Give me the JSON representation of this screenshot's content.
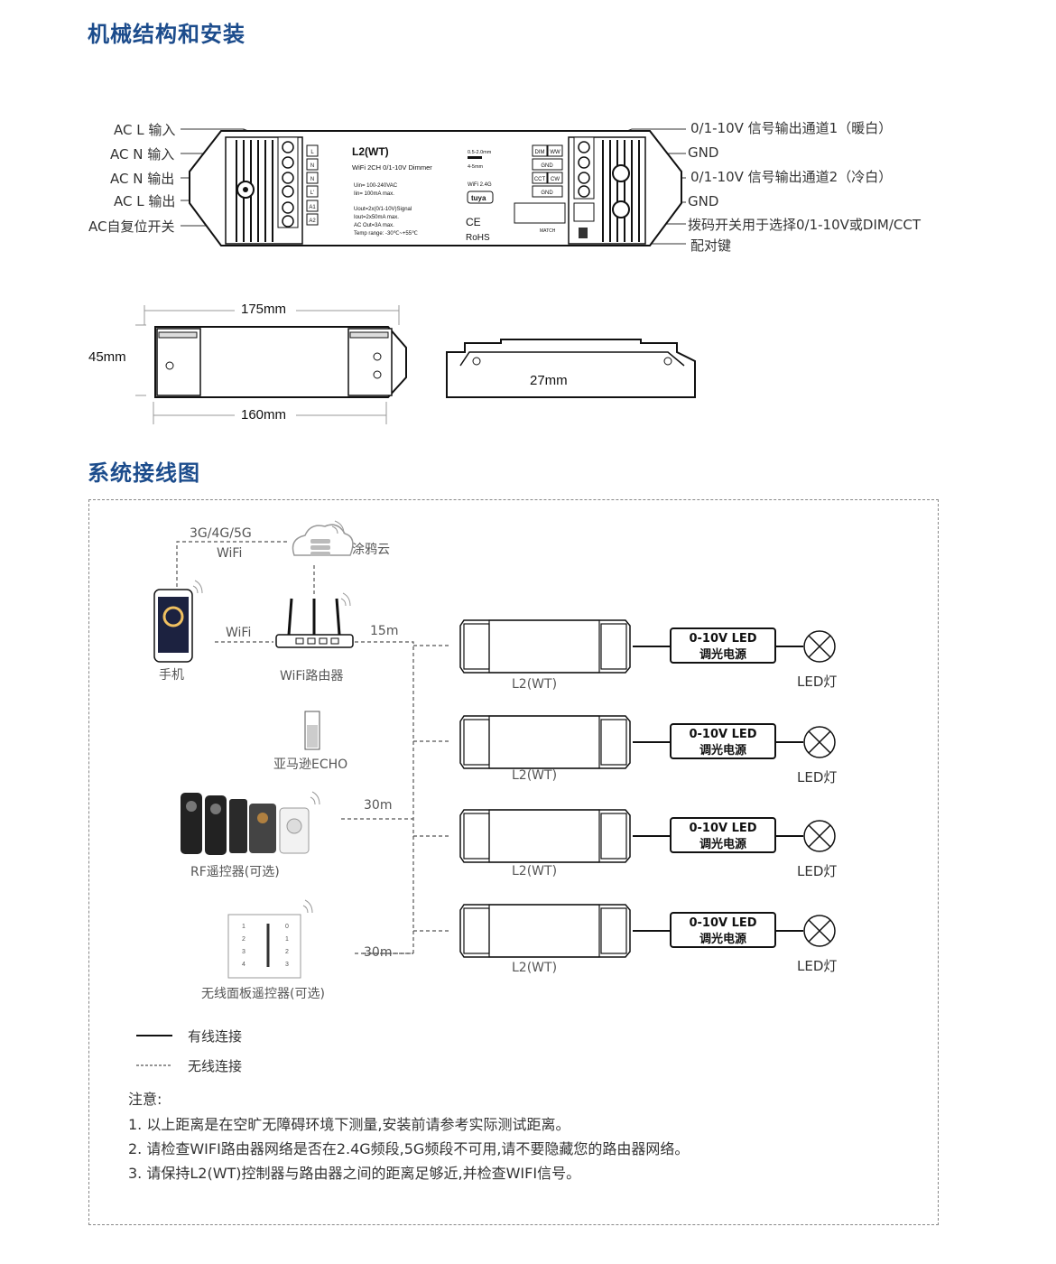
{
  "section1": {
    "title": "机械结构和安装"
  },
  "device": {
    "model": "L2(WT)",
    "subtitle": "WiFi 2CH 0/1-10V Dimmer",
    "uin": "Uin= 100-240VAC",
    "iin": "Iin= 100mA max.",
    "uout": "Uout=2x(0/1-10V)Signal",
    "iout": "Iout=2x50mA max.",
    "acout": "AC Out=3A max.",
    "temp": "Temp range: -30℃~+55℃",
    "wire1": "0.5-2.0mm",
    "wire2": "4-5mm",
    "wifi": "WiFi 2.4G",
    "tuya": "tuya",
    "ce": "CE",
    "rohs": "RoHS",
    "match": "MATCH",
    "term_left": [
      "L",
      "N",
      "N",
      "L'",
      "A1",
      "A2"
    ],
    "term_right": [
      "DIM",
      "WW",
      "GND",
      "CCT",
      "CW",
      "GND"
    ],
    "labels_left": [
      "AC L 输入",
      "AC N 输入",
      "AC N 输出",
      "AC L 输出",
      "AC自复位开关"
    ],
    "labels_right": [
      "0/1-10V 信号输出通道1（暖白）",
      "GND",
      "0/1-10V 信号输出通道2（冷白）",
      "GND",
      "拨码开关用于选择0/1-10V或DIM/CCT",
      "配对键"
    ]
  },
  "dimensions": {
    "length_total": "175mm",
    "height": "45mm",
    "length_inner": "160mm",
    "depth": "27mm"
  },
  "section2": {
    "title": "系统接线图"
  },
  "wiring": {
    "cloud_link": "3G/4G/5G",
    "cloud_link2": "WiFi",
    "cloud": "涂鸦云",
    "phone": "手机",
    "wifi_link": "WiFi",
    "router": "WiFi路由器",
    "range_router": "15m",
    "echo": "亚马逊ECHO",
    "rf_remote": "RF遥控器(可选)",
    "range_rf": "30m",
    "panel": "无线面板遥控器(可选)",
    "range_panel": "30m",
    "controller_label": "L2(WT)",
    "psu_line1": "0-10V LED",
    "psu_line2": "调光电源",
    "lamp": "LED灯",
    "legend_wired": "有线连接",
    "legend_wireless": "无线连接",
    "notes_title": "注意:",
    "notes": [
      "1. 以上距离是在空旷无障碍环境下测量,安装前请参考实际测试距离。",
      "2. 请检查WIFI路由器网络是否在2.4G频段,5G频段不可用,请不要隐藏您的路由器网络。",
      "3. 请保持L2(WT)控制器与路由器之间的距离足够近,并检查WIFI信号。"
    ]
  },
  "colors": {
    "heading": "#1c4c8c",
    "line": "#111111"
  }
}
